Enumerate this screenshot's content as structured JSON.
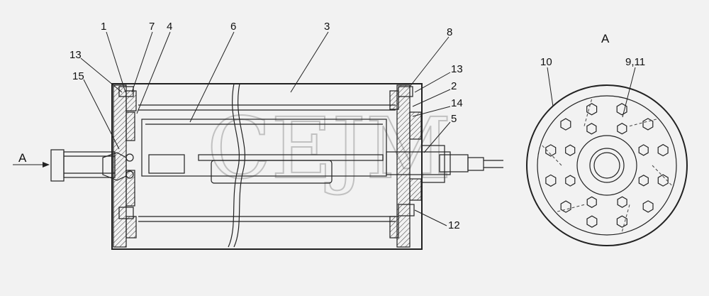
{
  "callouts": {
    "c1": "1",
    "c7": "7",
    "c4": "4",
    "c6": "6",
    "c3": "3",
    "c8": "8",
    "c13a": "13",
    "c15": "15",
    "c13b": "13",
    "c2": "2",
    "c14": "14",
    "c5": "5",
    "c12": "12",
    "c10": "10",
    "c911": "9,11"
  },
  "view_arrow_label": "A",
  "view_title": "A",
  "watermark": "CEJM",
  "colors": {
    "background": "#f2f2f2",
    "line": "#222222",
    "watermark": "#9a9a9a"
  }
}
